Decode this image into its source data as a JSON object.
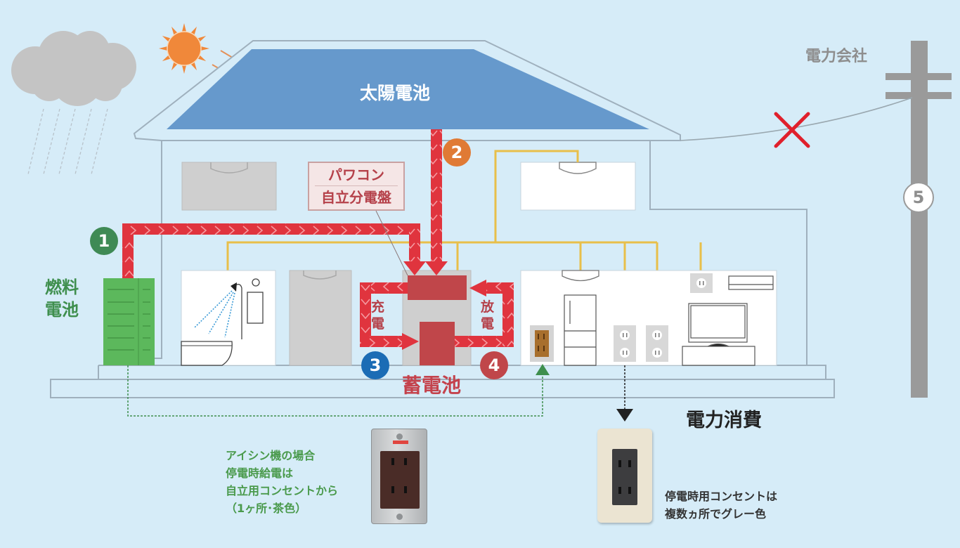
{
  "title": "停電時の電力供給の仕組み",
  "labels": {
    "solar_battery": "太陽電池",
    "power_company": "電力会社",
    "fuel_cell": "燃料電池",
    "power_conditioner_line1": "パワコン",
    "power_conditioner_line2": "自立分電盤",
    "charge": "充電",
    "discharge": "放電",
    "storage_battery": "蓄電池",
    "power_consumption": "電力消費"
  },
  "badges": [
    "1",
    "2",
    "3",
    "4",
    "5"
  ],
  "notes": {
    "aisin": [
      "アイシン機の場合",
      "停電時給電は",
      "自立用コンセントから",
      "（1ヶ所･茶色）"
    ],
    "outage_outlet": [
      "停電時用コンセントは",
      "複数ヵ所でグレー色"
    ]
  },
  "icons": [
    "sun-icon",
    "rain-cloud-icon",
    "utility-pole-icon",
    "cut-line-x-icon",
    "shower-bath-icon",
    "refrigerator-icon",
    "tv-icon",
    "air-conditioner-icon",
    "ceiling-light-icon",
    "outlet-icon"
  ],
  "colors": {
    "background": "#d6ecf8",
    "roof_panel": "#6699cc",
    "power_flow": "#e0343e",
    "wiring": "#e8bf4a",
    "fuel_cell": "#5cb85c",
    "battery": "#c0464a",
    "sun": "#f0883a",
    "cut_mark": "#e0202c"
  }
}
